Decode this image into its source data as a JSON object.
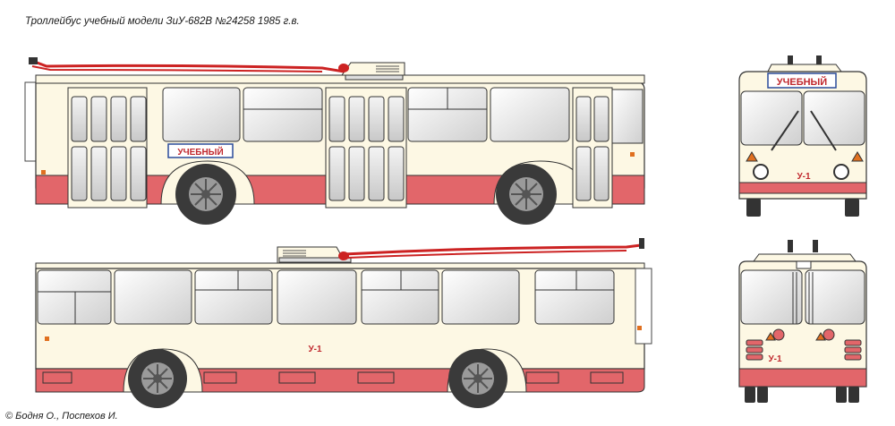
{
  "header": {
    "title": "Троллейбус учебный модели ЗиУ-682В №24258 1985 г.в."
  },
  "footer": {
    "credit": "© Бодня О., Поспехов И."
  },
  "bus": {
    "sign_text": "УЧЕБНЫЙ",
    "route_label": "У-1"
  },
  "colors": {
    "body": "#fdf8e4",
    "stripe": "#e2666a",
    "outline": "#333333",
    "pole": "#cc2222",
    "wheel": "#3a3a3a",
    "hub": "#9a9a9a"
  }
}
